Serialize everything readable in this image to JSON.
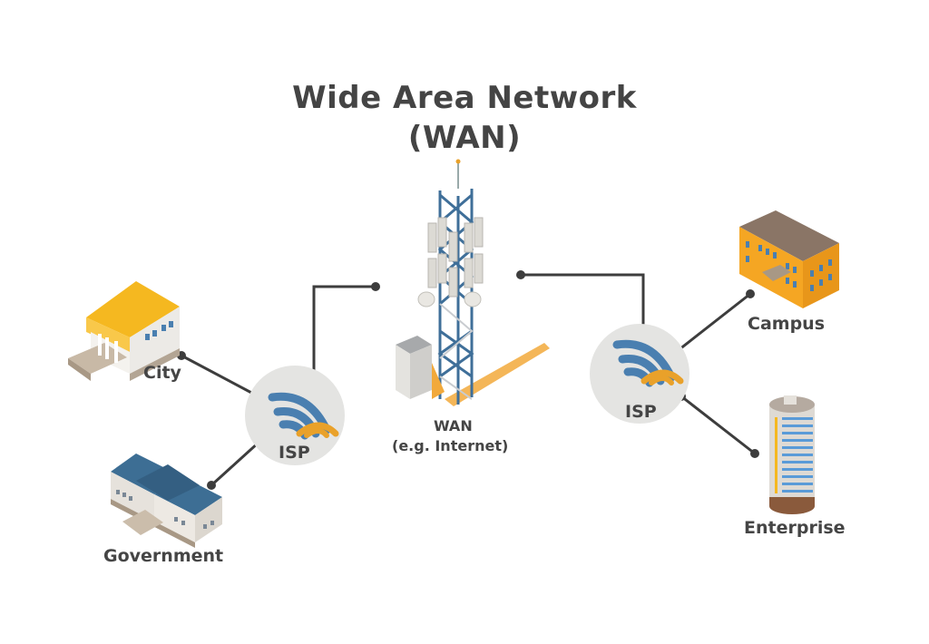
{
  "title": {
    "line1": "Wide Area Network",
    "line2": "(WAN)"
  },
  "center": {
    "icon": "cell-tower-icon",
    "label_line1": "WAN",
    "label_line2": "(e.g. Internet)"
  },
  "left_hub": {
    "label": "ISP",
    "icon": "wifi-icon"
  },
  "right_hub": {
    "label": "ISP",
    "icon": "wifi-icon"
  },
  "nodes": {
    "city": {
      "label": "City",
      "icon": "city-hall-building-icon"
    },
    "government": {
      "label": "Government",
      "icon": "government-building-icon"
    },
    "campus": {
      "label": "Campus",
      "icon": "campus-building-icon"
    },
    "enterprise": {
      "label": "Enterprise",
      "icon": "enterprise-tower-icon"
    }
  },
  "colors": {
    "text": "#454545",
    "connector": "#3d3d3d",
    "hub_bg": "#e4e4e2",
    "wifi_blue": "#4a7fb0",
    "wifi_orange": "#e9a12a",
    "roof_yellow": "#f5b820",
    "roof_blue": "#3d6e94",
    "campus_orange": "#f5a623"
  }
}
